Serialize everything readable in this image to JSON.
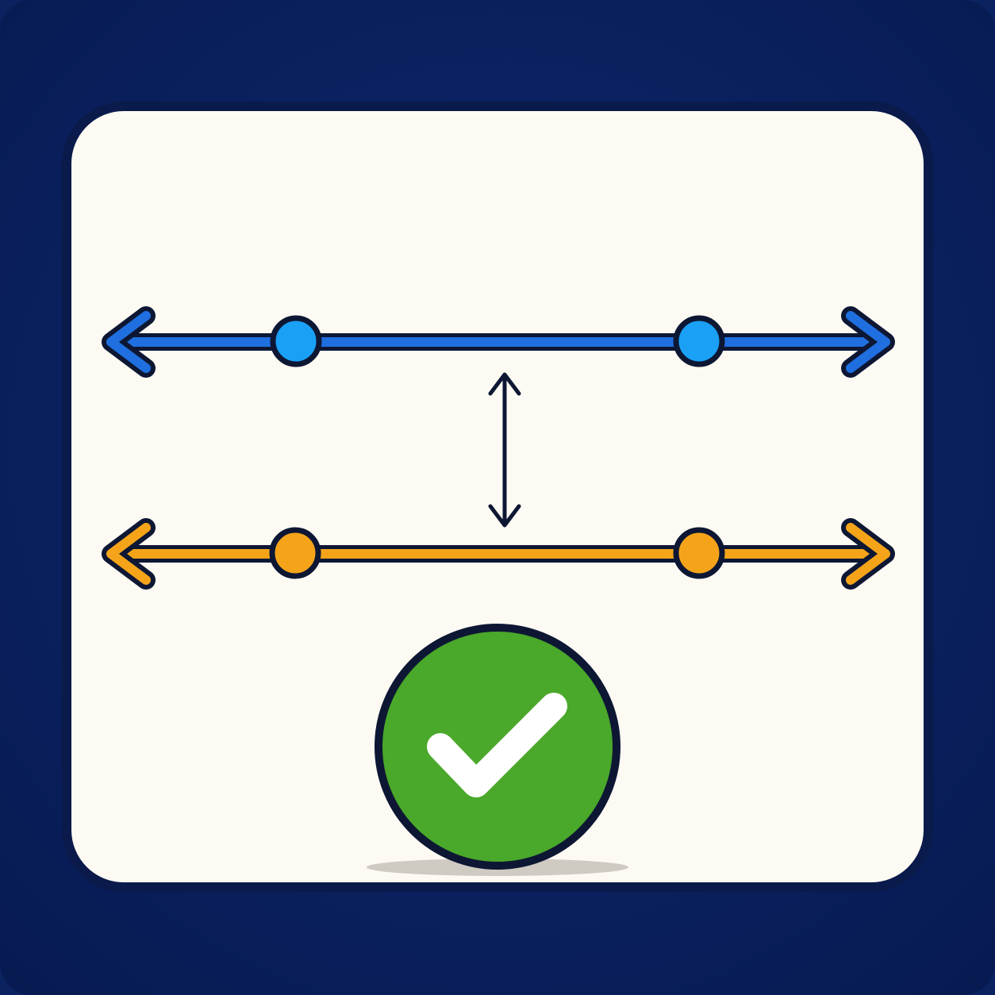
{
  "diagram": {
    "colors": {
      "outer_background": "#0b2260",
      "card_background": "#fdfaf3",
      "card_border": "#0a1a4a",
      "outline": "#0d1733",
      "top_line": "#1f6fe0",
      "top_points": "#1aa0f5",
      "bottom_line": "#f5a41a",
      "bottom_points": "#f5a41a",
      "check_circle": "#4aa82a",
      "check_mark": "#ffffff"
    },
    "icons": {
      "top_line": "double-headed-arrow-line",
      "bottom_line": "double-headed-arrow-line",
      "distance_marker": "vertical-double-arrow-icon",
      "status": "check-circle-icon"
    },
    "lines": [
      {
        "name": "top-line",
        "color_key": "top_line",
        "point_color_key": "top_points",
        "point_count": 2
      },
      {
        "name": "bottom-line",
        "color_key": "bottom_line",
        "point_color_key": "bottom_points",
        "point_count": 2
      }
    ]
  }
}
